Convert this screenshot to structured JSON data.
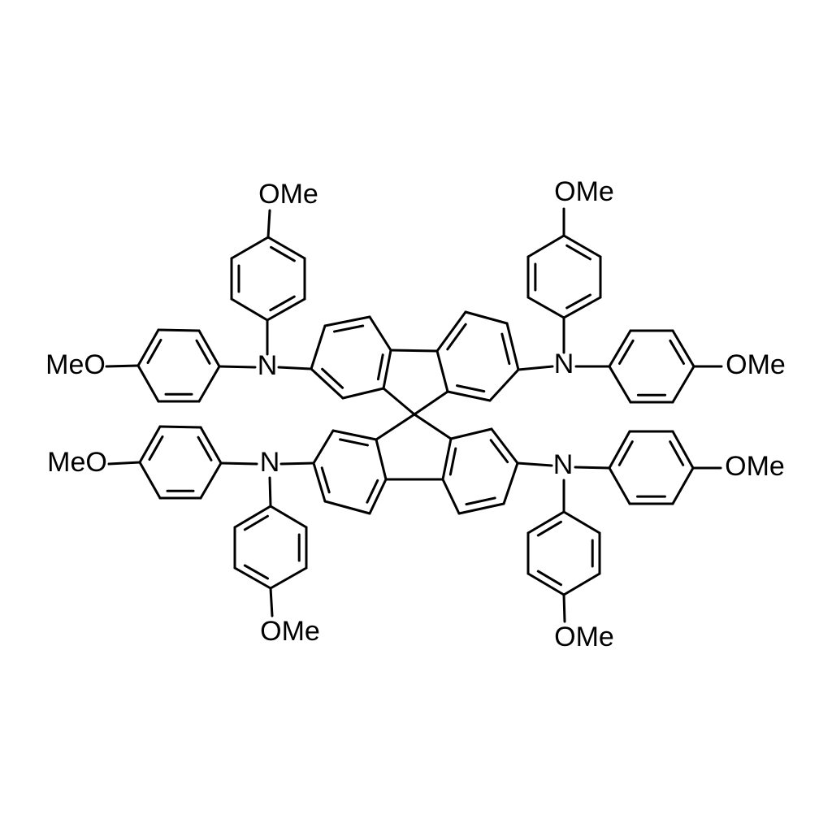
{
  "molecule": {
    "labels": {
      "nitrogen": "N",
      "methoxy_right": "OMe",
      "methoxy_left": "MeO"
    },
    "colors": {
      "ink": "#000000",
      "background": "#ffffff"
    }
  }
}
